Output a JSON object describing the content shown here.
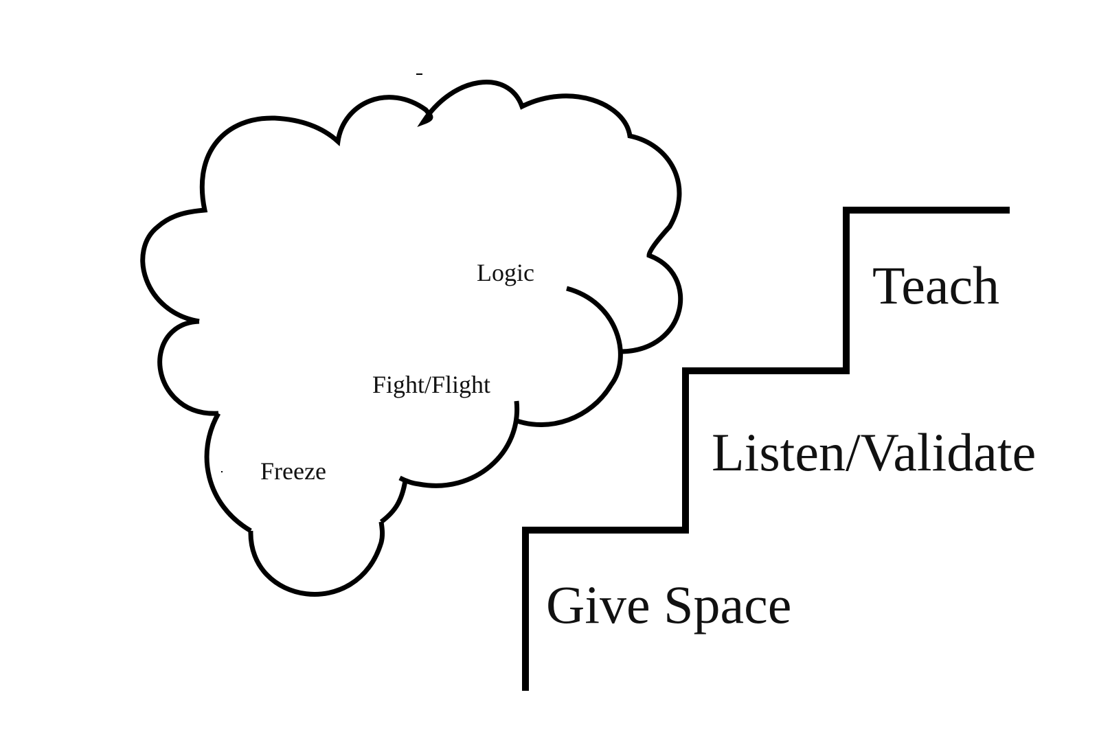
{
  "brain": {
    "labels": {
      "logic": "Logic",
      "fight_flight": "Fight/Flight",
      "freeze": "Freeze"
    }
  },
  "staircase": {
    "steps": {
      "teach": "Teach",
      "listen_validate": "Listen/Validate",
      "give_space": "Give Space"
    }
  },
  "colors": {
    "line": "#000000",
    "background": "#ffffff"
  }
}
